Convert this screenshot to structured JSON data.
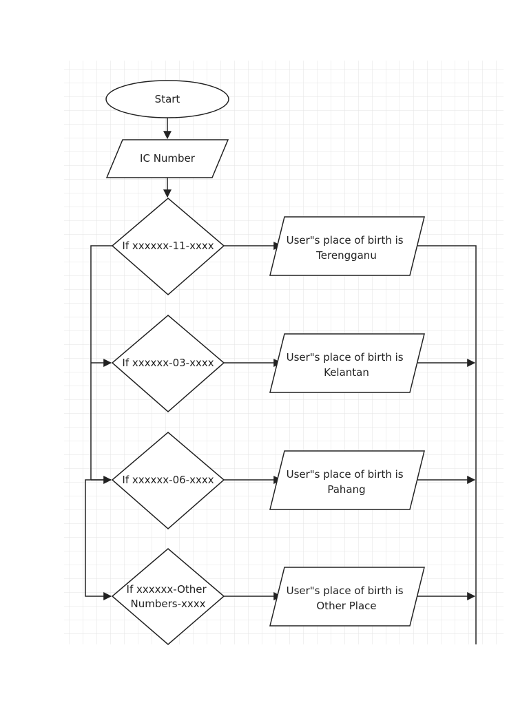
{
  "diagram": {
    "start": "Start",
    "input": "IC Number",
    "decisions": [
      {
        "lines": [
          "If xxxxxx-11-xxxx"
        ],
        "output": [
          "User\"s place of birth is",
          "Terengganu"
        ]
      },
      {
        "lines": [
          "If xxxxxx-03-xxxx"
        ],
        "output": [
          "User\"s place of birth is",
          "Kelantan"
        ]
      },
      {
        "lines": [
          "If xxxxxx-06-xxxx"
        ],
        "output": [
          "User\"s place of birth is",
          "Pahang"
        ]
      },
      {
        "lines": [
          "If xxxxxx-Other",
          "Numbers-xxxx"
        ],
        "output": [
          "User\"s place of birth is",
          "Other Place"
        ]
      }
    ]
  },
  "colors": {
    "grid": "#e3e3e3",
    "stroke": "#222222",
    "background": "#ffffff"
  }
}
